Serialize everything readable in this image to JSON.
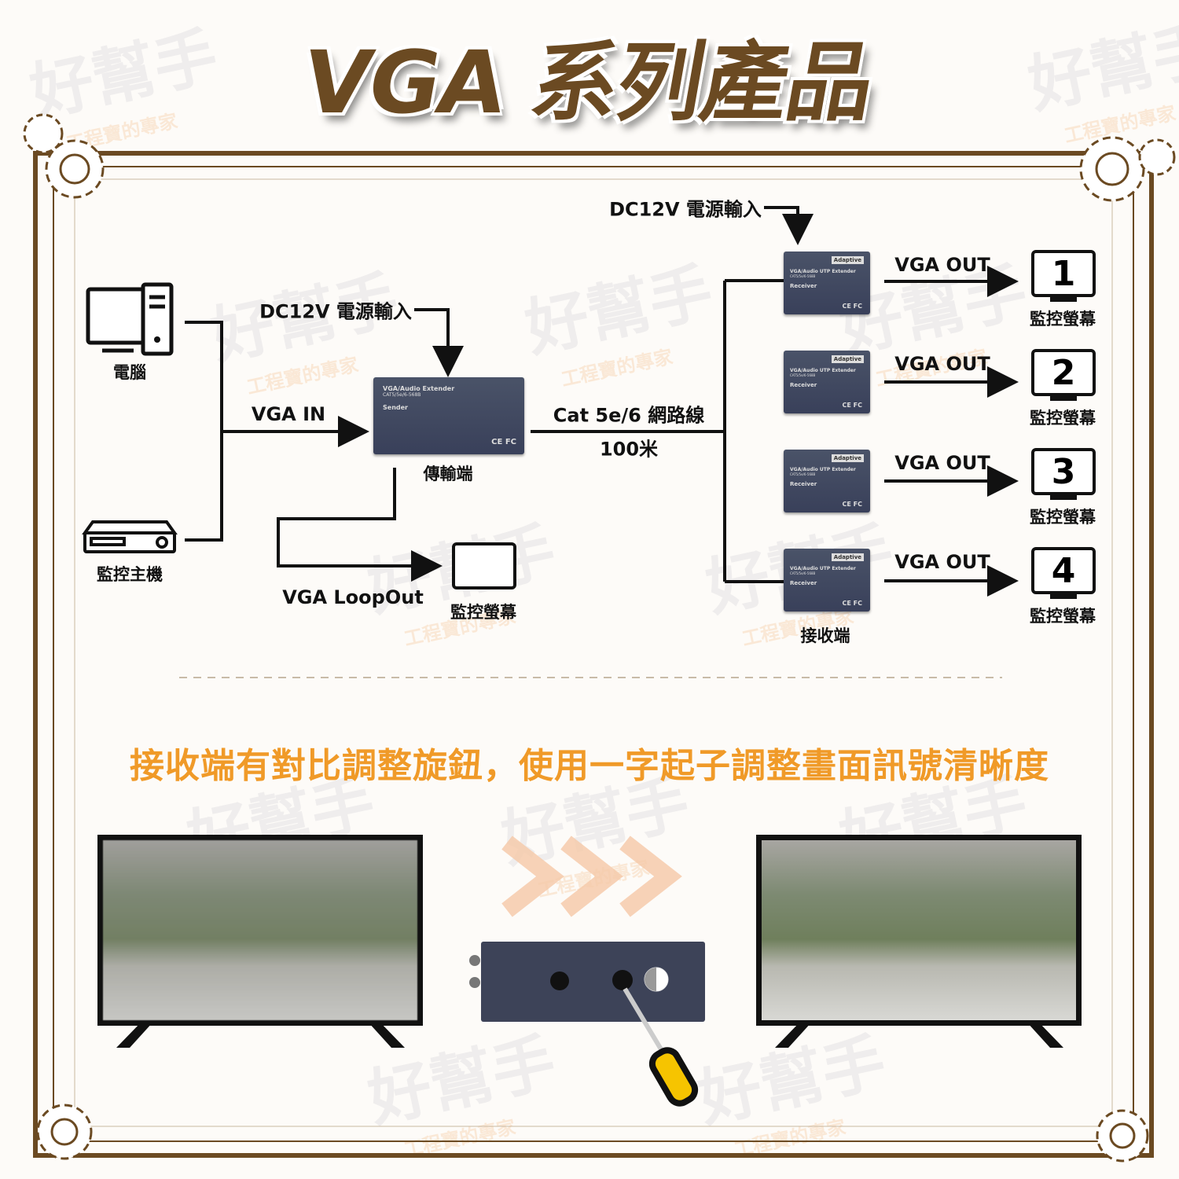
{
  "title": "VGA 系列產品",
  "watermark": {
    "brand": "好幫手",
    "slogan": "工程寶的專家"
  },
  "diagram": {
    "pc_label": "電腦",
    "dvr_label": "監控主機",
    "vga_in": "VGA IN",
    "dc_power_sender": "DC12V 電源輸入",
    "dc_power_receiver": "DC12V 電源輸入",
    "sender": {
      "model": "VGA/Audio Extender",
      "spec": "CAT5/5e/6-568B",
      "type": "Sender",
      "certs": "CE FC",
      "label": "傳輸端"
    },
    "cable": "Cat 5e/6 網路線",
    "distance": "100米",
    "loopout": "VGA LoopOut",
    "loop_monitor": "監控螢幕",
    "receiver": {
      "badge": "Adaptive",
      "model": "VGA/Audio UTP Extender",
      "spec": "CAT5/5e/6-568B",
      "type": "Receiver",
      "certs": "CE FC",
      "label": "接收端"
    },
    "outputs": [
      {
        "label": "VGA OUT",
        "number": "1",
        "monitor": "監控螢幕"
      },
      {
        "label": "VGA OUT",
        "number": "2",
        "monitor": "監控螢幕"
      },
      {
        "label": "VGA OUT",
        "number": "3",
        "monitor": "監控螢幕"
      },
      {
        "label": "VGA OUT",
        "number": "4",
        "monitor": "監控螢幕"
      }
    ]
  },
  "note": "接收端有對比調整旋鈕，使用一字起子調整畫面訊號清晰度",
  "colors": {
    "frame": "#6b4a22",
    "accent": "#f09a28",
    "line": "#111111"
  }
}
